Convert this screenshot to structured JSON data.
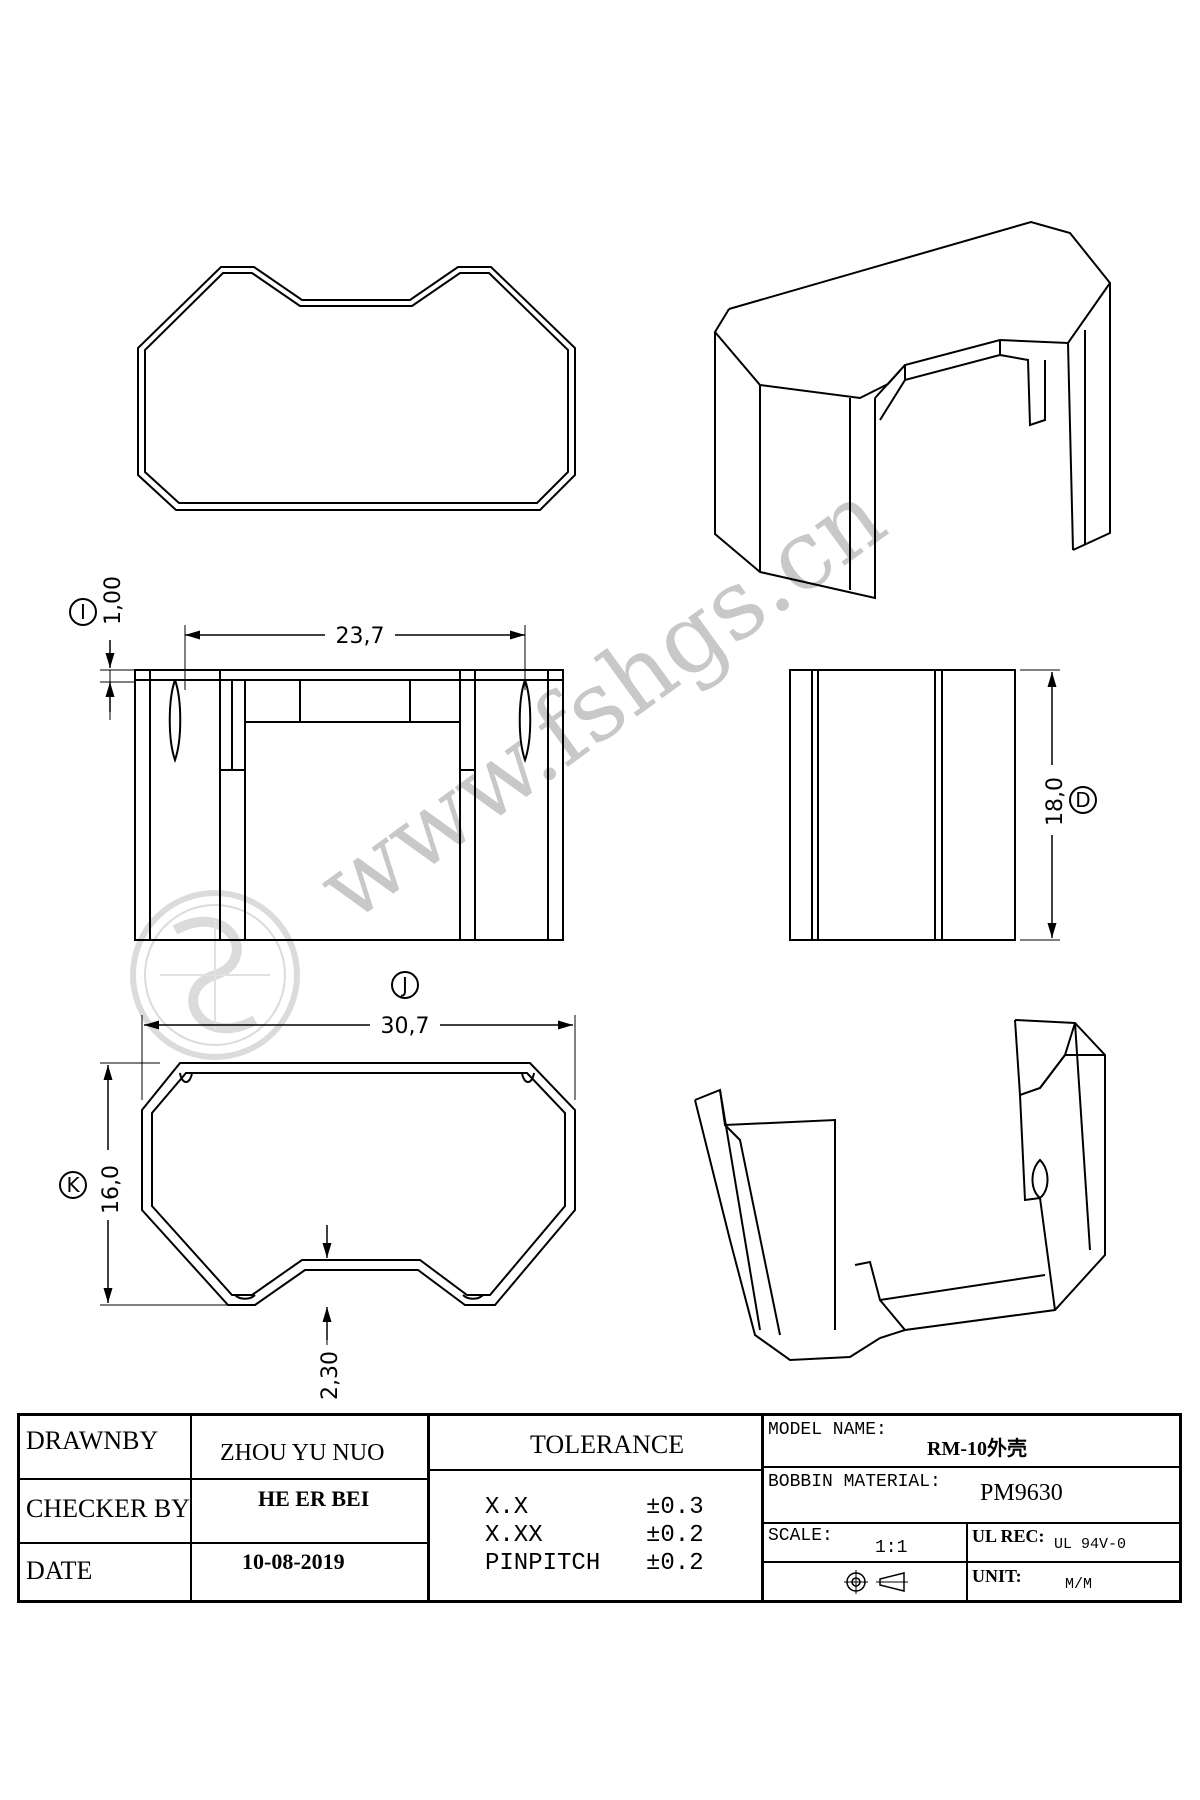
{
  "watermark": "www.fshgs.cn",
  "dimensions": {
    "d_I": {
      "marker": "I",
      "value": "1,00"
    },
    "d_top_width": {
      "value": "23,7"
    },
    "d_D": {
      "marker": "D",
      "value": "18,0"
    },
    "d_J": {
      "marker": "J",
      "value": "30,7"
    },
    "d_K": {
      "marker": "K",
      "value": "16,0"
    },
    "d_notch": {
      "value": "2,30"
    }
  },
  "title_block": {
    "drawn_by_label": "DRAWNBY",
    "drawn_by_value": "ZHOU YU NUO",
    "checker_label": "CHECKER BY",
    "checker_value": "HE ER BEI",
    "date_label": "DATE",
    "date_value": "10-08-2019",
    "tolerance_label": "TOLERANCE",
    "tolerances": [
      {
        "name": "X.X",
        "value": "±0.3"
      },
      {
        "name": "X.XX",
        "value": "±0.2"
      },
      {
        "name": "PINPITCH",
        "value": "±0.2"
      }
    ],
    "model_name_label": "MODEL NAME:",
    "model_name_value": "RM-10外壳",
    "bobbin_material_label": "BOBBIN MATERIAL:",
    "bobbin_material_value": "PM9630",
    "scale_label": "SCALE:",
    "scale_value": "1:1",
    "ul_rec_label": "UL REC:",
    "ul_rec_value": "UL 94V-0",
    "unit_label": "UNIT:",
    "unit_value": "M/M",
    "projection_icon": "third-angle-projection-icon"
  }
}
